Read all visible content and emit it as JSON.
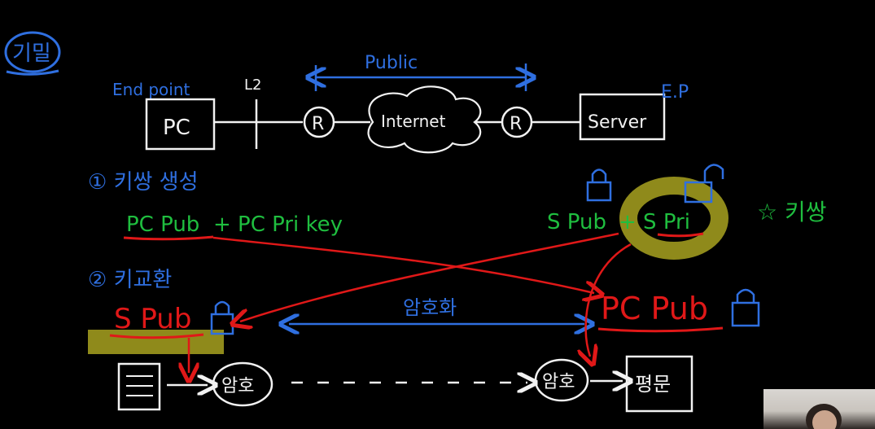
{
  "title": "기밀",
  "network": {
    "endpoint_label": "End point",
    "l2_label": "L2",
    "public_label": "Public",
    "pc_label": "PC",
    "router_label": "R",
    "internet_label": "Internet",
    "server_label": "Server",
    "ep_label": "E.P"
  },
  "step1": {
    "title": "① 키쌍 생성",
    "pc_pub": "PC Pub",
    "pc_pri": "+ PC Pri key",
    "s_pub": "S Pub",
    "s_pri": "+ S Pri",
    "keypair_note": "☆ 키쌍"
  },
  "step2": {
    "title": "② 키교환",
    "s_pub": "S Pub",
    "pc_pub": "PC Pub",
    "encryption_label": "암호화"
  },
  "flow": {
    "encrypt_label": "암호",
    "decrypt_label": "암호",
    "plaintext_label": "평문"
  },
  "colors": {
    "blue": "#2f6fe0",
    "white": "#f2f2f2",
    "green": "#1fbe3f",
    "red": "#e01818",
    "highlight": "#8f8a1b"
  }
}
